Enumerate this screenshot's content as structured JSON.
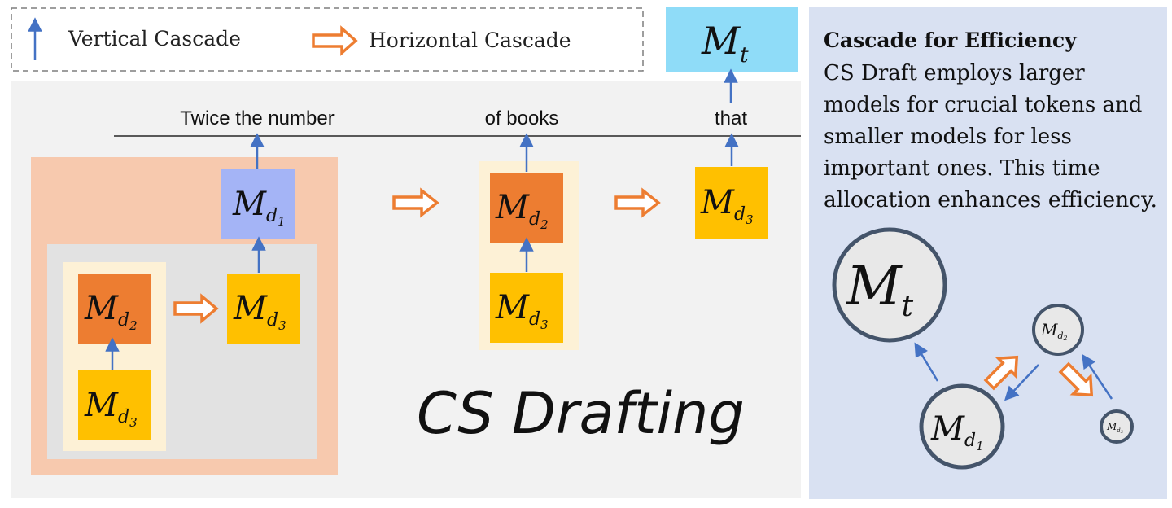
{
  "legend": {
    "vertical_label": "Vertical Cascade",
    "horizontal_label": "Horizontal Cascade"
  },
  "target_model": {
    "symbol": "M",
    "subscript": "t"
  },
  "tokens": [
    "Twice the number",
    "of books",
    "that"
  ],
  "drafters": {
    "d1": {
      "symbol": "M",
      "subscript": "d",
      "subsub": "1"
    },
    "d2": {
      "symbol": "M",
      "subscript": "d",
      "subsub": "2"
    },
    "d3": {
      "symbol": "M",
      "subscript": "d",
      "subsub": "3"
    }
  },
  "method_title": "CS Drafting",
  "panel": {
    "heading": "Cascade for Efficiency",
    "body_lines": [
      "CS Draft employs larger",
      "models for crucial tokens and",
      "smaller models for less",
      "important ones. This time",
      "allocation enhances efficiency."
    ]
  },
  "colors": {
    "vertical_arrow": "#4472c4",
    "horizontal_arrow": "#ed7d31",
    "target_box": "#8fdcf8",
    "d1_box": "#a4b4f6",
    "d2_box": "#ed7d31",
    "d3_box": "#ffc000",
    "outer_region": "#f7c9ae",
    "inner_gray": "#e2e2e2",
    "cream": "#fdf1d6",
    "main_bg": "#f2f2f2",
    "panel_bg": "#d9e1f2",
    "circle_fill": "#e8e8e8",
    "circle_stroke": "#44546a"
  }
}
